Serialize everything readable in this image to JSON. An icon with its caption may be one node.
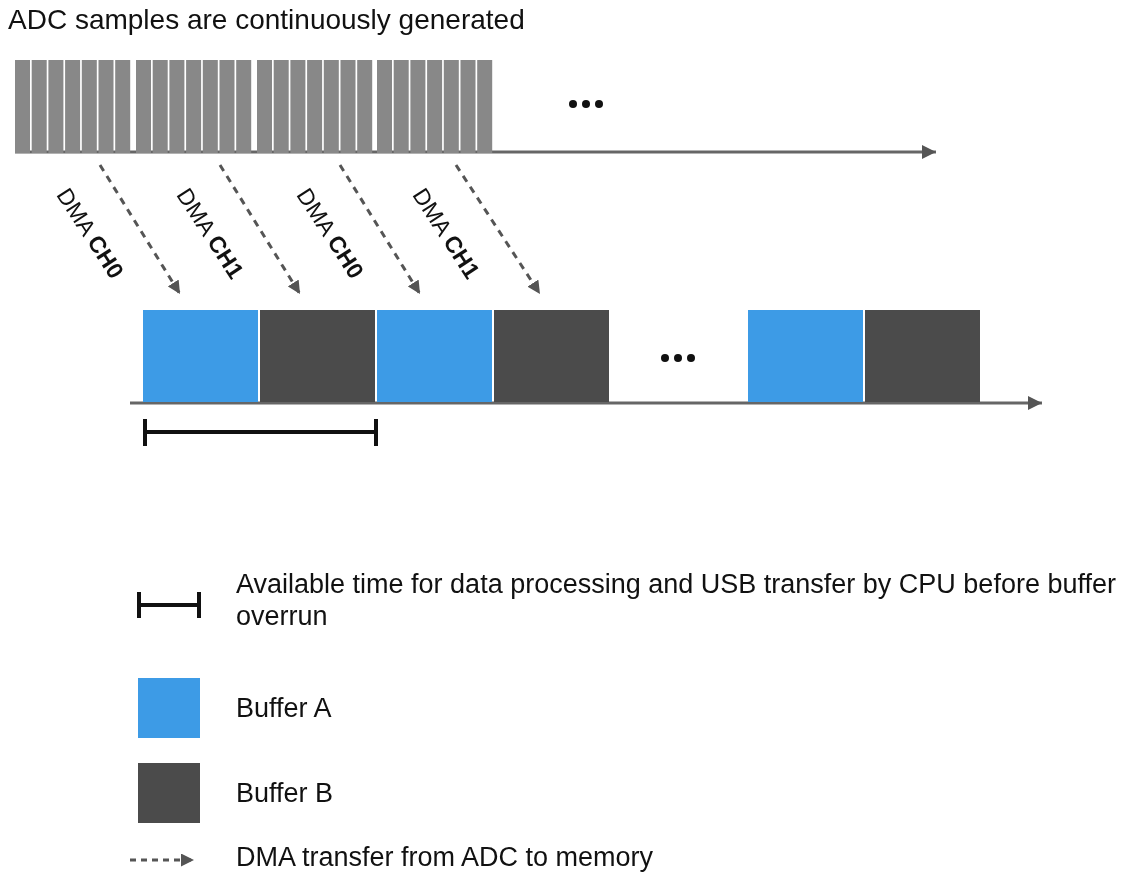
{
  "diagram": {
    "title": "ADC samples are continuously generated",
    "nodes": [
      {
        "text": [],
        "shape": "bar"
      },
      {
        "text": [],
        "shape": "bar"
      },
      {
        "text": [],
        "shape": "bar"
      },
      {
        "text": [],
        "shape": "bar"
      },
      {
        "text": [],
        "shape": "box"
      },
      {
        "text": [],
        "shape": "box"
      },
      {
        "text": [],
        "shape": "box"
      },
      {
        "text": [],
        "shape": "box"
      },
      {
        "text": [],
        "shape": "box"
      },
      {
        "text": [],
        "shape": "box"
      }
    ],
    "edges": [
      {
        "from": 0,
        "to": 4,
        "arrow": "to",
        "label": "DMA **CH0**",
        "style": "dashed"
      },
      {
        "from": 1,
        "to": 5,
        "arrow": "to",
        "label": "DMA **CH1**",
        "style": "dashed"
      },
      {
        "from": 2,
        "to": 6,
        "arrow": "to",
        "label": "DMA **CH0**",
        "style": "dashed"
      },
      {
        "from": 3,
        "to": 7,
        "arrow": "to",
        "label": "DMA **CH1**",
        "style": "dashed"
      }
    ],
    "legend": [
      {
        "text": "Available time for data processing and USB transfer by CPU before buffer overrun"
      },
      {
        "text": "Buffer A",
        "color": "#3d9be6"
      },
      {
        "text": "Buffer B",
        "color": "#4b4b4b"
      },
      {
        "text": "DMA transfer from ADC to memory"
      }
    ]
  }
}
